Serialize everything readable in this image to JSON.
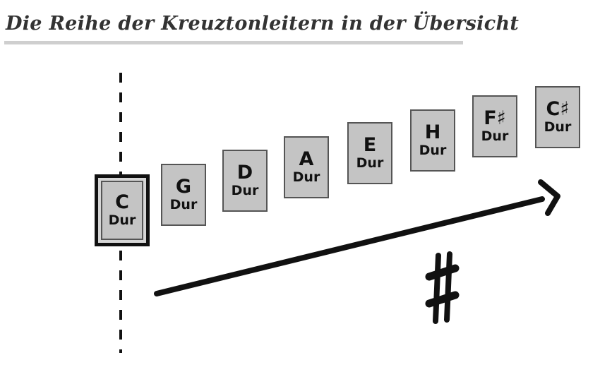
{
  "title": "Die Reihe der Kreuztonleitern in der Übersicht",
  "colors": {
    "box_fill": "#c4c4c4",
    "box_border": "#555555",
    "ink": "#111111",
    "title_underline": "#cfcfcf"
  },
  "keys": [
    {
      "name": "C",
      "mode": "Dur"
    },
    {
      "name": "G",
      "mode": "Dur"
    },
    {
      "name": "D",
      "mode": "Dur"
    },
    {
      "name": "A",
      "mode": "Dur"
    },
    {
      "name": "E",
      "mode": "Dur"
    },
    {
      "name": "H",
      "mode": "Dur"
    },
    {
      "name": "F♯",
      "mode": "Dur"
    },
    {
      "name": "C♯",
      "mode": "Dur"
    }
  ],
  "sharp_symbol": "♯",
  "icons": {
    "arrow": "arrow-right-up-icon",
    "sharp": "sharp-icon",
    "divider": "dashed-vertical-line"
  }
}
